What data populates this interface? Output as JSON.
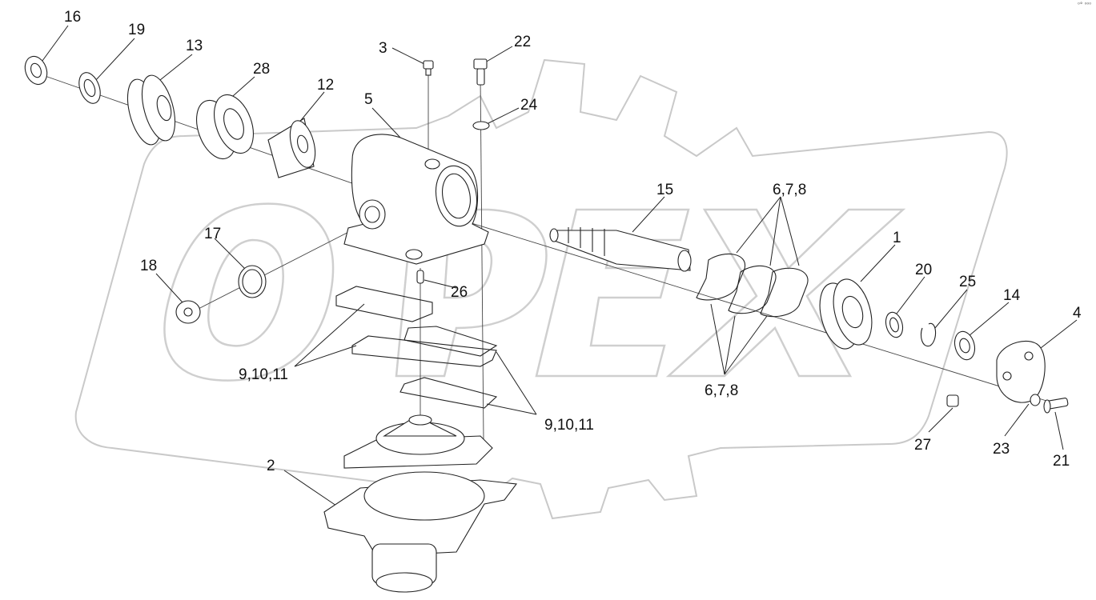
{
  "diagram": {
    "watermark_text": "OPEX",
    "corner_mark": "⁰° ⁰⁰⁰",
    "callouts": {
      "c1": "1",
      "c2": "2",
      "c3": "3",
      "c4": "4",
      "c5": "5",
      "c12": "12",
      "c13": "13",
      "c14": "14",
      "c15": "15",
      "c16": "16",
      "c17": "17",
      "c18": "18",
      "c19": "19",
      "c20": "20",
      "c21": "21",
      "c22": "22",
      "c23": "23",
      "c24": "24",
      "c25": "25",
      "c26": "26",
      "c27": "27",
      "c28": "28",
      "c678_top": "6,7,8",
      "c678_bottom": "6,7,8",
      "c91011_left": "9,10,11",
      "c91011_right": "9,10,11"
    }
  }
}
